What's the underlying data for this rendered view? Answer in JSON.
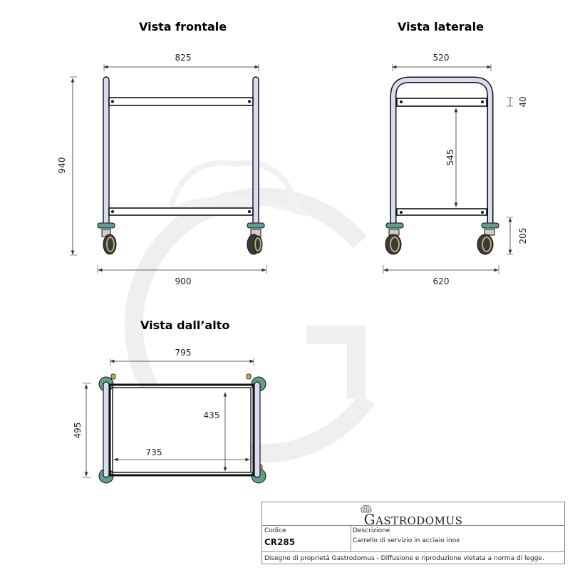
{
  "views": {
    "front": {
      "title": "Vista frontale",
      "dimensions": {
        "top_width": "825",
        "height": "940",
        "bottom_width": "900"
      }
    },
    "side": {
      "title": "Vista laterale",
      "dimensions": {
        "top_width": "520",
        "shelf_thickness": "40",
        "shelf_spacing": "545",
        "base_height": "205",
        "bottom_width": "620"
      }
    },
    "top": {
      "title": "Vista dall’alto",
      "dimensions": {
        "outer_width": "795",
        "outer_depth": "495",
        "inner_depth": "435",
        "inner_width": "735"
      }
    }
  },
  "title_block": {
    "brand": "GASTRODOMUS",
    "brand_initial": "G",
    "brand_rest": "ASTRODOMUS",
    "code_label": "Codice",
    "code_value": "CR285",
    "description_label": "Descrizione",
    "description_value": "Carrello di servizio in acciaio inox",
    "footer": "Disegno di proprietà Gastrodomus - Diffusione e riproduzione vietata a norma di legge."
  },
  "colors": {
    "tube_fill": "#d9dcef",
    "tube_stroke": "#111111",
    "wheel_green": "#5f9e8a",
    "wheel_tyre": "#b8ae6a",
    "dim_line": "#333333",
    "watermark": "#f0f0f0"
  }
}
